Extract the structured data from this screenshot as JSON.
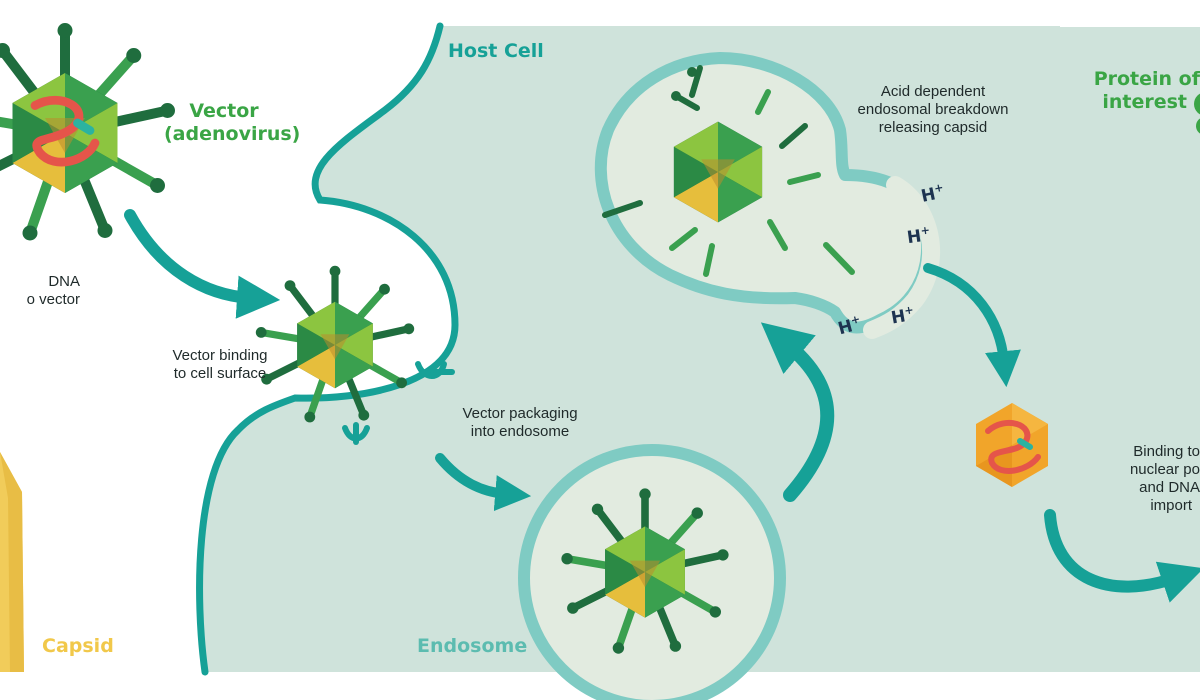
{
  "colors": {
    "membrane": "#16a197",
    "cytoplasm": "#cfe3db",
    "vesicle_fill": "#e2ebe0",
    "vesicle_ring": "#7fcbc3",
    "capsid_dark": "#1f6d3e",
    "capsid_mid": "#3aa04f",
    "capsid_light": "#8cc540",
    "capsid_yellow": "#e6be3c",
    "nucleocapsid": "#f1a52a",
    "dna": "#e5554a",
    "dna_accent": "#2bb3a0",
    "label_green": "#3aa545",
    "label_teal": "#5cbcb0",
    "label_yellow": "#f1c84a",
    "label_dark": "#1f2a2a",
    "ion_navy": "#1d3350"
  },
  "labels": {
    "host_cell": "Host Cell",
    "vector_line1": "Vector",
    "vector_line2": "(adenovirus)",
    "dna_line1": "DNA",
    "dna_line2": "o vector",
    "binding_line1": "Vector binding",
    "binding_line2": "to cell surface",
    "packaging_line1": "Vector packaging",
    "packaging_line2": "into endosome",
    "endosome": "Endosome",
    "capsid": "Capsid",
    "acid_line1": "Acid dependent",
    "acid_line2": "endosomal breakdown",
    "acid_line3": "releasing capsid",
    "protein_line1": "Protein of",
    "protein_line2": "interest",
    "nuclear_line1": "Binding to",
    "nuclear_line2": "nuclear po",
    "nuclear_line3": "and DNA",
    "nuclear_line4": "import",
    "hydrogen_ion": "H",
    "hydrogen_charge": "+"
  },
  "icons": [
    "adenovirus-icon",
    "receptor-icon",
    "capsid-icon",
    "nucleocapsid-icon",
    "process-arrow-icon"
  ]
}
